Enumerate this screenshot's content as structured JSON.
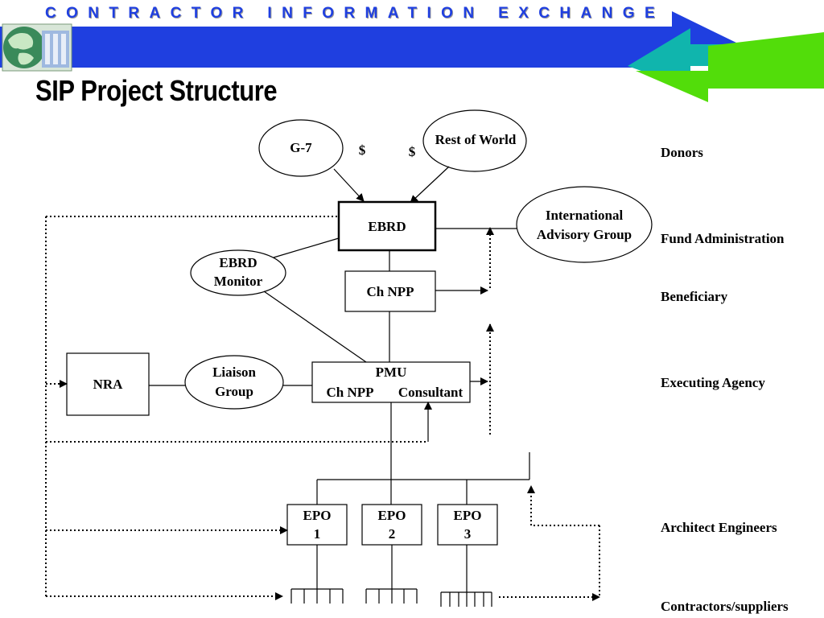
{
  "header": {
    "banner_title": "CONTRACTOR INFORMATION EXCHANGE",
    "brand_color": "#1f3fe0",
    "arrow_colors": {
      "blue": "#1f3fe0",
      "teal": "#10b5ad",
      "green": "#52dd0a"
    }
  },
  "page": {
    "title": "SIP Project Structure"
  },
  "diagram": {
    "nodes": {
      "g7": "G-7",
      "rest_of_world": "Rest of World",
      "dollar_left": "$",
      "dollar_right": "$",
      "ebrd": "EBRD",
      "iag_line1": "International",
      "iag_line2": "Advisory Group",
      "ebrd_monitor_line1": "EBRD",
      "ebrd_monitor_line2": "Monitor",
      "ch_npp": "Ch NPP",
      "nra": "NRA",
      "liaison_line1": "Liaison",
      "liaison_line2": "Group",
      "pmu": "PMU",
      "pmu_ch_npp": "Ch NPP",
      "pmu_consultant": "Consultant",
      "epo1_line1": "EPO",
      "epo1_line2": "1",
      "epo2_line1": "EPO",
      "epo2_line2": "2",
      "epo3_line1": "EPO",
      "epo3_line2": "3"
    },
    "levels": [
      "Donors",
      "Fund Administration",
      "Beneficiary",
      "Executing Agency",
      "Architect Engineers",
      "Contractors/suppliers"
    ]
  }
}
